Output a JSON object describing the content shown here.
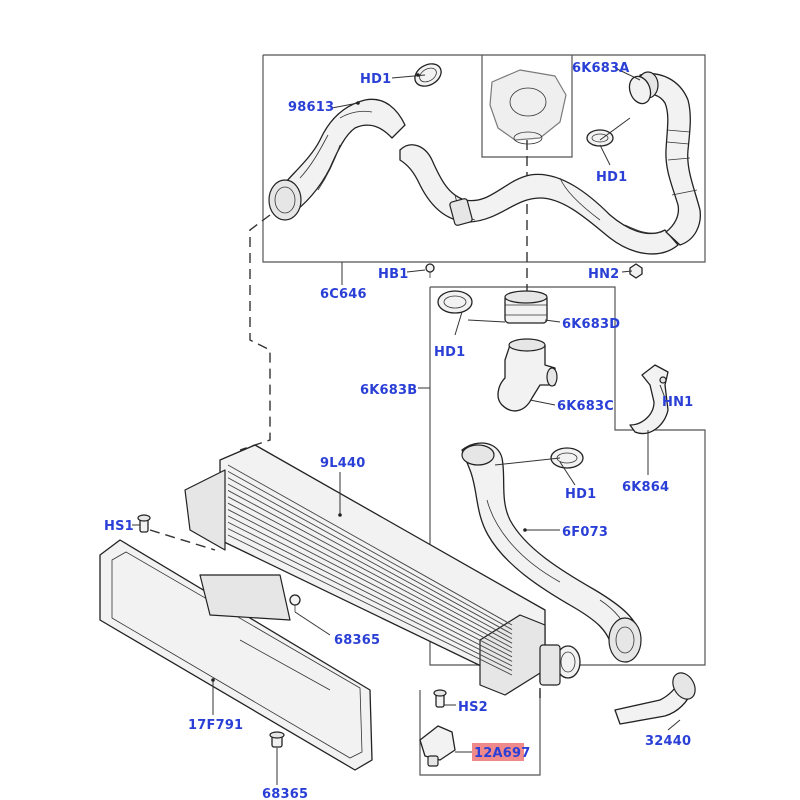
{
  "callouts": {
    "hd1_top": "HD1",
    "p98613": "98613",
    "p6k683a": "6K683A",
    "hd1_right": "HD1",
    "p6c646": "6C646",
    "hb1": "HB1",
    "hn2": "HN2",
    "p6k683d": "6K683D",
    "hd1_mid": "HD1",
    "p6k683b": "6K683B",
    "p6k683c": "6K683C",
    "hn1": "HN1",
    "hd1_lower": "HD1",
    "p6k864": "6K864",
    "p9l440": "9L440",
    "hs1": "HS1",
    "p6f073": "6F073",
    "p68365_mid": "68365",
    "hs2": "HS2",
    "p17f791": "17F791",
    "p12a697": "12A697",
    "p32440": "32440",
    "p68365_bottom": "68365"
  },
  "colors": {
    "label": "#2a3fd6",
    "highlight": "#f08a8a",
    "line": "#333333"
  },
  "highlighted_part": "12A697"
}
